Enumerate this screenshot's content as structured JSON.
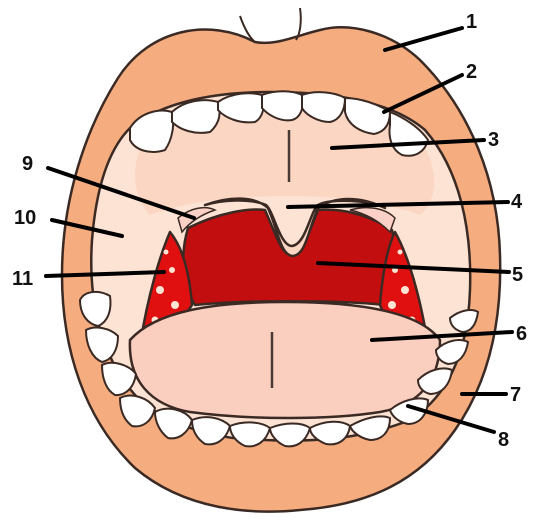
{
  "colors": {
    "lip": "#f5ad80",
    "inner_mouth": "#fce3d3",
    "palate": "#fbd6c2",
    "tongue": "#fbcfc0",
    "throat": "#c20e0e",
    "tonsil": "#e01010",
    "tooth": "#ffffff",
    "outline": "#3b2a24"
  },
  "labels": [
    {
      "id": "1",
      "text": "1"
    },
    {
      "id": "2",
      "text": "2"
    },
    {
      "id": "3",
      "text": "3"
    },
    {
      "id": "4",
      "text": "4"
    },
    {
      "id": "5",
      "text": "5"
    },
    {
      "id": "6",
      "text": "6"
    },
    {
      "id": "7",
      "text": "7"
    },
    {
      "id": "8",
      "text": "8"
    },
    {
      "id": "9",
      "text": "9"
    },
    {
      "id": "10",
      "text": "10"
    },
    {
      "id": "11",
      "text": "11"
    }
  ]
}
